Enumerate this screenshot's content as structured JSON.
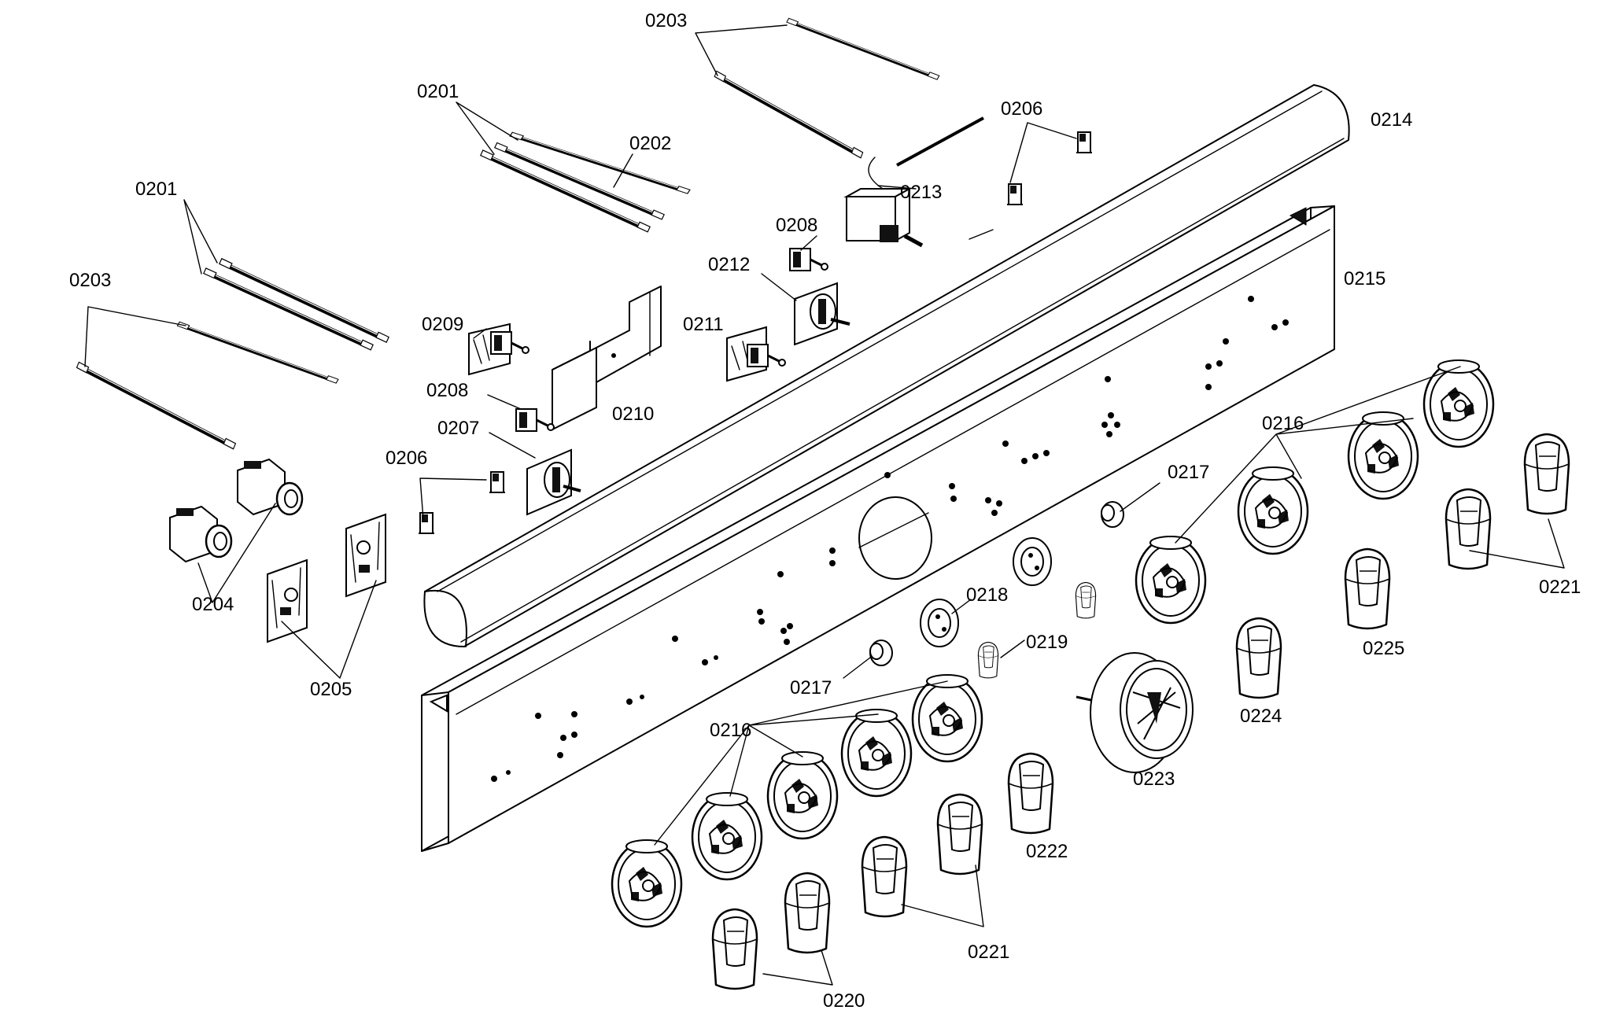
{
  "diagram": {
    "labels": {
      "p0201a": "0201",
      "p0201b": "0201",
      "p0202": "0202",
      "p0203a": "0203",
      "p0203b": "0203",
      "p0204": "0204",
      "p0205": "0205",
      "p0206a": "0206",
      "p0206b": "0206",
      "p0207": "0207",
      "p0208a": "0208",
      "p0208b": "0208",
      "p0209": "0209",
      "p0210": "0210",
      "p0211": "0211",
      "p0212": "0212",
      "p0213": "0213",
      "p0214": "0214",
      "p0215": "0215",
      "p0216a": "0216",
      "p0216b": "0216",
      "p0217a": "0217",
      "p0217b": "0217",
      "p0218": "0218",
      "p0219": "0219",
      "p0220": "0220",
      "p0221a": "0221",
      "p0221b": "0221",
      "p0222": "0222",
      "p0223": "0223",
      "p0224": "0224",
      "p0225": "0225"
    }
  }
}
